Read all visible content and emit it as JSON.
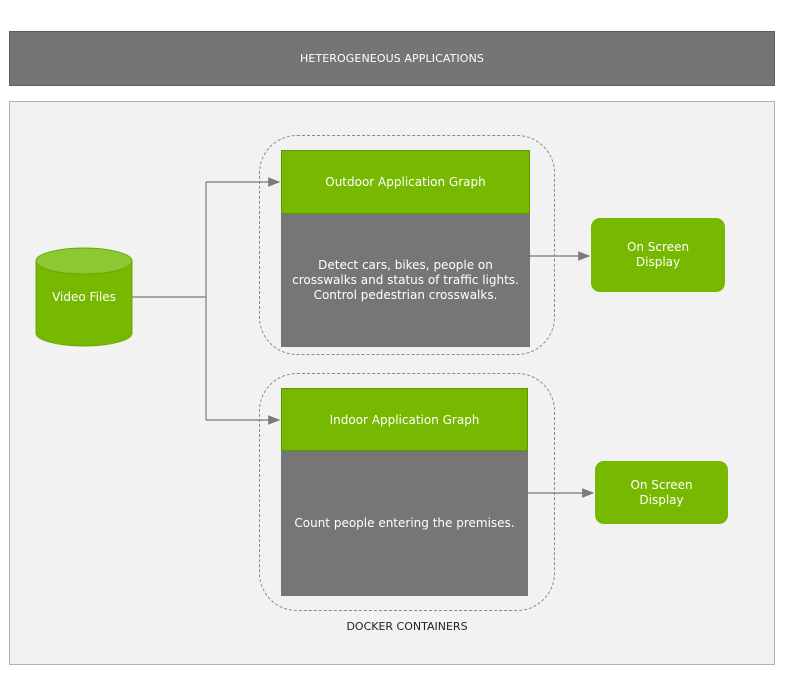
{
  "banner": {
    "title": "HETEROGENEOUS APPLICATIONS"
  },
  "source": {
    "label": "Video Files"
  },
  "containers": {
    "outdoor": {
      "header": "Outdoor Application Graph",
      "body": "Detect cars, bikes, people on crosswalks and status of traffic lights. Control pedestrian crosswalks."
    },
    "indoor": {
      "header": "Indoor Application Graph",
      "body": "Count people entering the premises."
    },
    "caption": "DOCKER CONTAINERS"
  },
  "outputs": {
    "outdoor_display": "On Screen Display",
    "indoor_display": "On Screen Display"
  },
  "colors": {
    "green": "#76b900",
    "gray": "#767676",
    "banner": "#757575",
    "panel": "#f2f2f2"
  }
}
